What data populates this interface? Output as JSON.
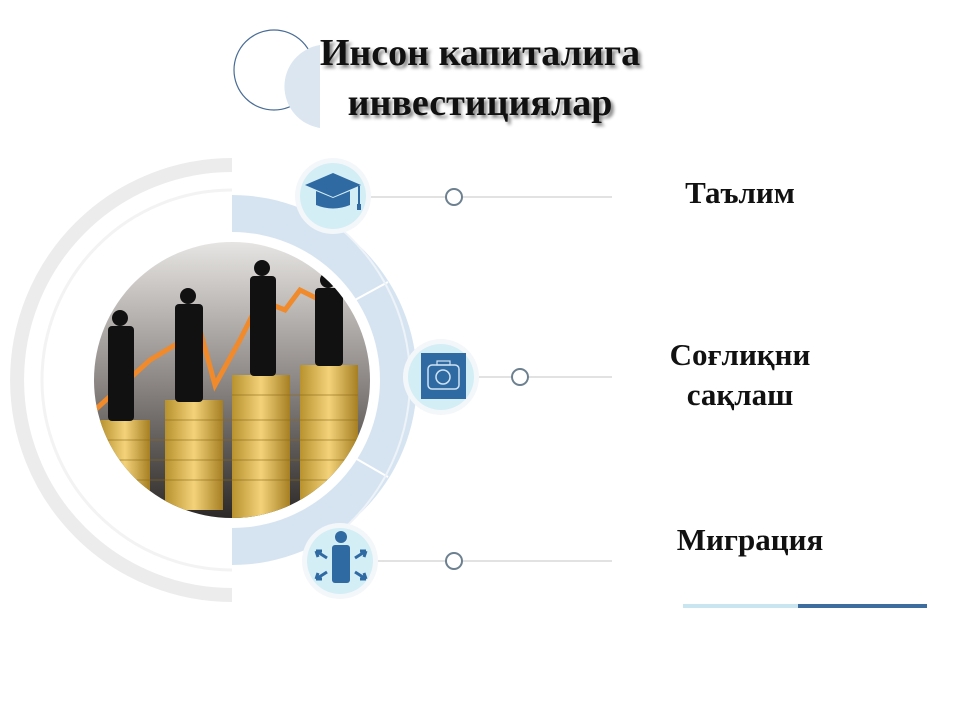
{
  "title": {
    "line1": "Инсон капиталига",
    "line2": "инвестициялар"
  },
  "items": [
    {
      "label": "Таълим",
      "icon": "graduation-cap-icon"
    },
    {
      "label_line1": "Соғлиқни",
      "label_line2": "сақлаш",
      "icon": "medical-kit-icon"
    },
    {
      "label": "Миграция",
      "icon": "person-arrows-icon"
    }
  ],
  "colors": {
    "accent": "#2f6aa3",
    "ring": "#d6e4f2",
    "icon_bg": "#d4eef6",
    "bar_light": "#c9e6f0",
    "bar_dark": "#3c6d9e"
  }
}
